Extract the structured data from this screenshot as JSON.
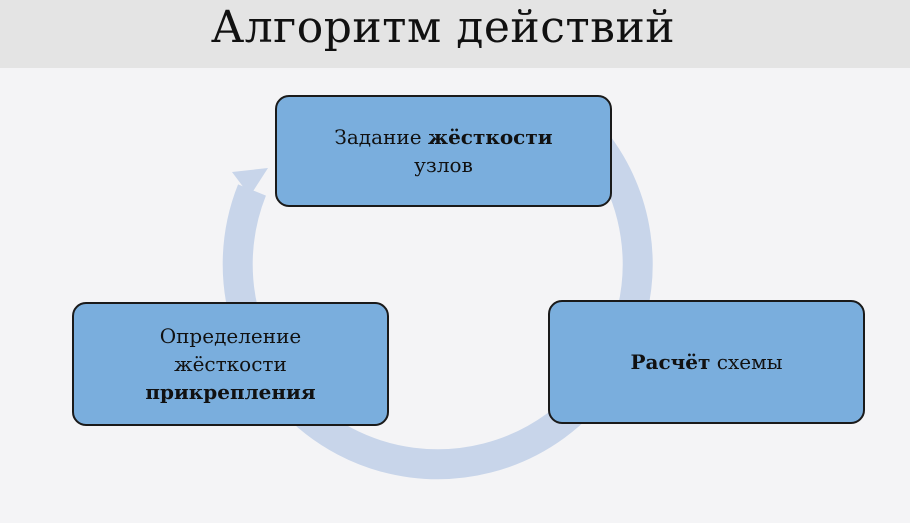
{
  "title": "Алгоритм действий",
  "colors": {
    "box": "#7aaedd",
    "ring": "#c8d5ea",
    "title_bar": "#e4e4e4"
  },
  "steps": [
    {
      "normal": "Задание ",
      "bold": "жёсткости",
      "line2": "узлов"
    },
    {
      "bold": "Расчёт",
      "normal": " схемы"
    },
    {
      "line1": "Определение",
      "line2": "жёсткости",
      "bold": "прикрепления"
    }
  ]
}
